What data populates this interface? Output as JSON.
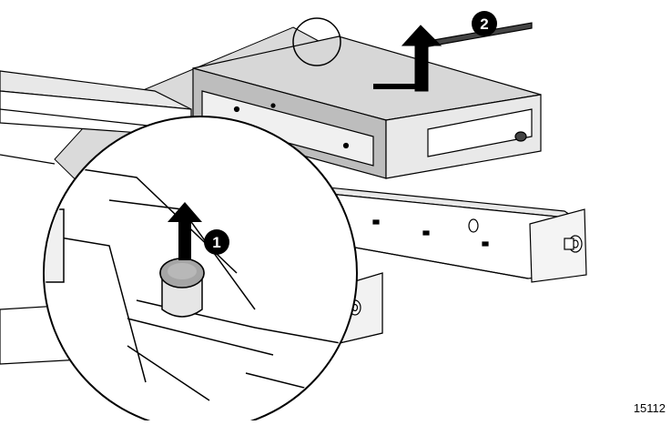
{
  "figure": {
    "figure_number": "15112",
    "callouts": [
      {
        "label": "1",
        "meaning": "lift-pin-up"
      },
      {
        "label": "2",
        "meaning": "lift-drive-up"
      }
    ],
    "colors": {
      "stroke": "#000000",
      "paper": "#ffffff",
      "shade_light": "#e6e6e6",
      "shade_mid": "#c8c8c8",
      "shade_dark": "#8c8c8c",
      "magnifier_shade": "#d9d9d9"
    },
    "icons": [
      "up-arrow-icon",
      "callout-number-icon",
      "thumbscrew-icon",
      "magnifier-lens"
    ]
  }
}
